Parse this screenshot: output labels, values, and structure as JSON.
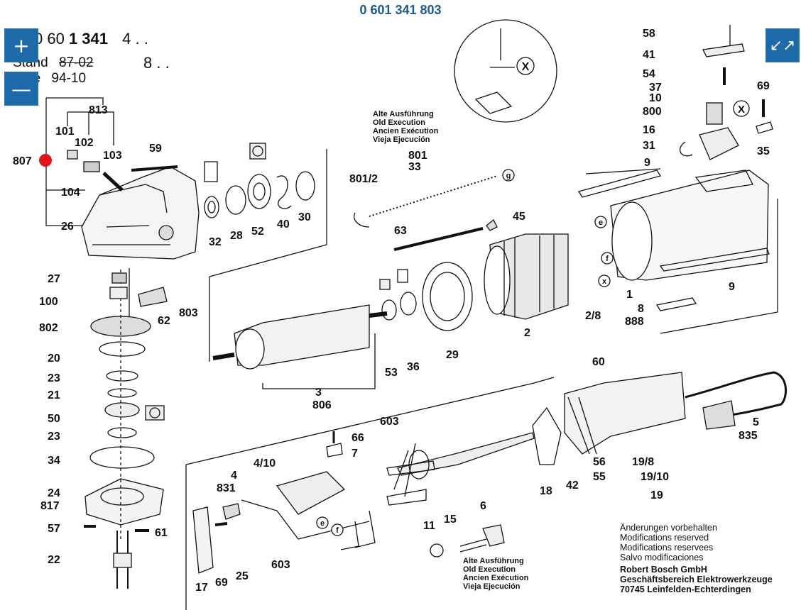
{
  "page": {
    "title": "0 601 341 803"
  },
  "controls": {
    "zoom_in": "+",
    "zoom_out": "—",
    "fullscreen": "↙↗"
  },
  "header": {
    "part_prefix": "0 60",
    "part_bold": "1 341",
    "part_suffix": "4 . .",
    "stand_label": "Stand",
    "stand_value": "87-02",
    "suffix2": "8 . .",
    "issue_label": "ue",
    "issue_value": "94-10"
  },
  "notes": {
    "old_execution_1": [
      "Alte Ausführung",
      "Old Execution",
      "Ancien Exécution",
      "Vieja Ejecución"
    ],
    "old_execution_2": [
      "Alte Ausführung",
      "Old Execution",
      "Ancien Exécution",
      "Vieja Ejecución"
    ],
    "modifications": [
      "Änderungen vorbehalten",
      "Modifications reserved",
      "Modifications reservees",
      "Salvo modificaciones"
    ],
    "company": [
      "Robert Bosch GmbH",
      "Geschäftsbereich Elektrowerkzeuge",
      "70745 Leinfelden-Echterdingen"
    ]
  },
  "labels": {
    "p813": "813",
    "p807": "807",
    "p101": "101",
    "p102": "102",
    "p103": "103",
    "p104": "104",
    "p26": "26",
    "p59": "59",
    "p32": "32",
    "p28": "28",
    "p52": "52",
    "p40": "40",
    "p30": "30",
    "p27": "27",
    "p100": "100",
    "p802": "802",
    "p62": "62",
    "p803": "803",
    "p20": "20",
    "p23a": "23",
    "p21": "21",
    "p50": "50",
    "p23b": "23",
    "p34": "34",
    "p24": "24",
    "p817": "817",
    "p57": "57",
    "p61": "61",
    "p22": "22",
    "p801_2": "801/2",
    "p801": "801",
    "p33": "33",
    "p63": "63",
    "p45": "45",
    "p53": "53",
    "p36": "36",
    "p29": "29",
    "p2": "2",
    "p3": "3",
    "p806": "806",
    "p58": "58",
    "p41": "41",
    "p54": "54",
    "p37": "37",
    "p10": "10",
    "p800": "800",
    "p16": "16",
    "p31": "31",
    "p69a": "69",
    "p35": "35",
    "p9a": "9",
    "p9b": "9",
    "p1": "1",
    "p2_8": "2/8",
    "p8": "8",
    "p888": "888",
    "p60": "60",
    "p5": "5",
    "p835": "835",
    "p18": "18",
    "p42": "42",
    "p56": "56",
    "p55": "55",
    "p19_8": "19/8",
    "p19_10": "19/10",
    "p19": "19",
    "p66": "66",
    "p7": "7",
    "p603a": "603",
    "p603b": "603",
    "p4_10": "4/10",
    "p4": "4",
    "p831": "831",
    "p11": "11",
    "p15": "15",
    "p6": "6",
    "p17": "17",
    "p69b": "69",
    "p25": "25"
  },
  "markers": {
    "g": "g",
    "e1": "e",
    "f1": "f",
    "x1": "x",
    "X_big": "X",
    "X_small": "X",
    "e2": "e",
    "f2": "f"
  },
  "colors": {
    "title": "#1c5b8c",
    "button": "#1e6aa8",
    "hotspot": "#e0151b"
  }
}
